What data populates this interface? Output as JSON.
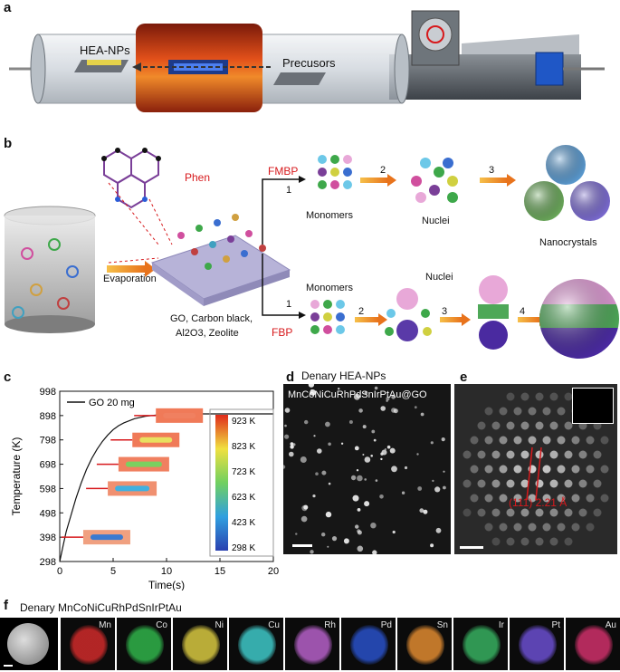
{
  "panels": {
    "a": "a",
    "b": "b",
    "c": "c",
    "d": "d",
    "e": "e",
    "f": "f"
  },
  "panel_a": {
    "hea_label": "HEA-NPs",
    "precursor_label": "Precusors"
  },
  "panel_b": {
    "phen": "Phen",
    "fmbp": "FMBP",
    "fbp": "FBP",
    "evaporation": "Evaporation",
    "support_line1": "GO, Carbon black,",
    "support_line2": "Al2O3, Zeolite",
    "monomers_top": "Monomers",
    "nuclei_top": "Nuclei",
    "nanocrystals": "Nanocrystals",
    "monomers_bottom": "Monomers",
    "nuclei_bottom": "Nuclei",
    "steps_top": [
      "1",
      "2",
      "3"
    ],
    "steps_bottom": [
      "1",
      "2",
      "3",
      "4"
    ]
  },
  "panel_d": {
    "title": "Denary HEA-NPs",
    "subtitle": "MnCoNiCuRhPdSnIrPtAu@GO"
  },
  "panel_e": {
    "measure": "(111) 2.21 Å"
  },
  "panel_f": {
    "title": "Denary MnCoNiCuRhPdSnIrPtAu",
    "elements": [
      {
        "name": "Mn",
        "color": "#d02a2a"
      },
      {
        "name": "Co",
        "color": "#2fb34a"
      },
      {
        "name": "Ni",
        "color": "#d8c840"
      },
      {
        "name": "Cu",
        "color": "#3ec8c8"
      },
      {
        "name": "Rh",
        "color": "#b560c8"
      },
      {
        "name": "Pd",
        "color": "#2850c8"
      },
      {
        "name": "Sn",
        "color": "#e08a30"
      },
      {
        "name": "Ir",
        "color": "#36b060"
      },
      {
        "name": "Pt",
        "color": "#6a4ed0"
      },
      {
        "name": "Au",
        "color": "#d0306a"
      }
    ]
  },
  "chart_data": {
    "type": "line",
    "xlabel": "Time(s)",
    "ylabel": "Temperature (K)",
    "xlim": [
      0,
      20
    ],
    "ylim": [
      298,
      998
    ],
    "xticks": [
      0,
      5,
      10,
      15,
      20
    ],
    "yticks": [
      298,
      398,
      498,
      598,
      698,
      798,
      898,
      998
    ],
    "series": [
      {
        "name": "GO 20 mg",
        "x": [
          0,
          0.3,
          0.6,
          1,
          1.5,
          2,
          2.5,
          3,
          3.5,
          4,
          4.5,
          5,
          5.5,
          6,
          7,
          8,
          9,
          10,
          11,
          12,
          13,
          14,
          15,
          16,
          17,
          18,
          19,
          20
        ],
        "y": [
          298,
          360,
          420,
          480,
          555,
          620,
          676,
          722,
          760,
          792,
          818,
          840,
          856,
          868,
          885,
          895,
          900,
          902,
          904,
          905,
          905,
          905,
          905,
          905,
          905,
          905,
          905,
          905
        ]
      }
    ],
    "colorbar": {
      "labels": [
        "923 K",
        "823 K",
        "723 K",
        "623 K",
        "423 K",
        "298 K"
      ]
    }
  }
}
